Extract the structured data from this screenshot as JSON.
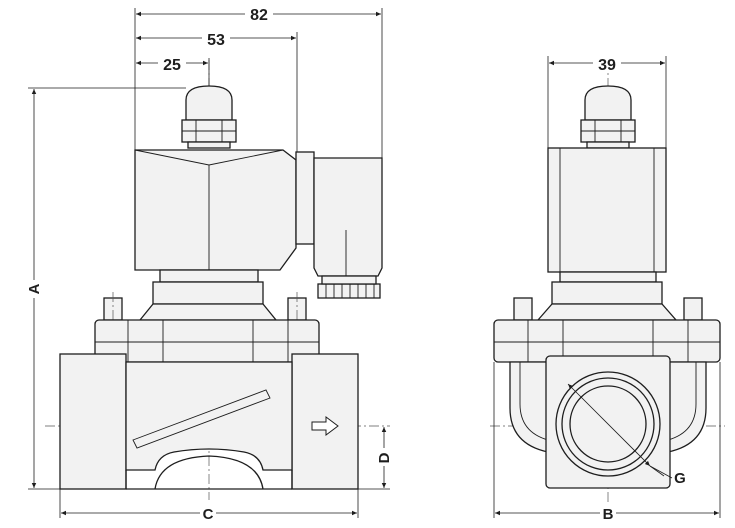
{
  "dimensions": {
    "overall_width": "82",
    "coil_center_to_connector": "53",
    "coil_half_width": "25",
    "side_body_width": "39"
  },
  "labels": {
    "height": "A",
    "side_width": "B",
    "length": "C",
    "port_height": "D",
    "thread": "G"
  },
  "icons": {
    "flow_direction": "flow-arrow-icon"
  }
}
